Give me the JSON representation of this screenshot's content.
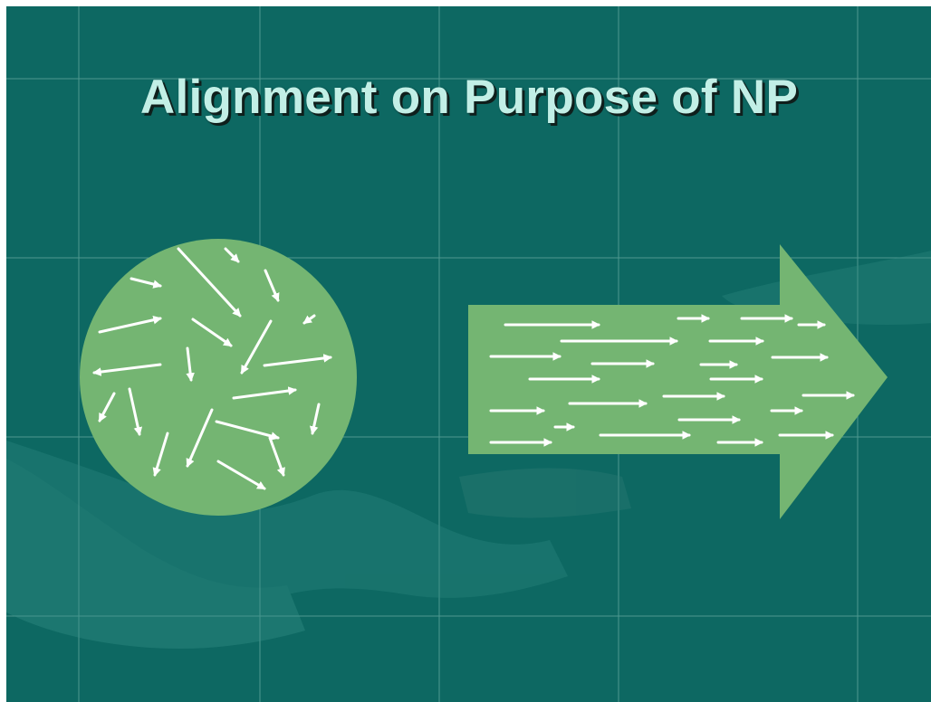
{
  "slide": {
    "title": "Alignment on Purpose of NP",
    "colors": {
      "background": "#0d6862",
      "title": "#c2efe6",
      "shape_fill": "#74b572",
      "arrow_marks": "#ffffff",
      "grid_lines": "#4f9890"
    },
    "figure": {
      "left_shape": "circle",
      "left_contents": "scattered arrows in random directions",
      "right_shape": "large block arrow pointing right",
      "right_contents": "parallel arrows all pointing right",
      "background_decoration": "faint photo of two hands"
    }
  }
}
